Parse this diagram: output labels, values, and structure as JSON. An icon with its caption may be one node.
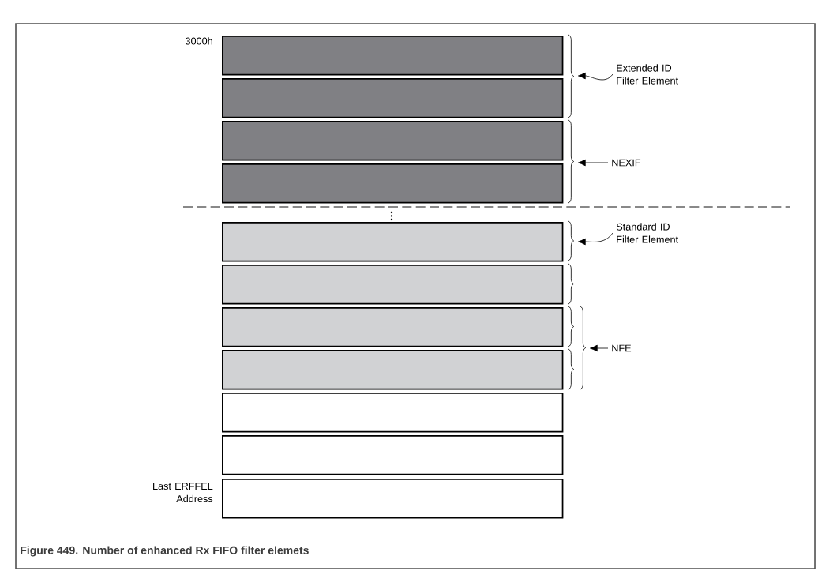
{
  "diagram": {
    "caption": "Figure 449.  Number of enhanced Rx FIFO filter elemets",
    "nodes": [
      {
        "text": [],
        "shape": "box",
        "beside": [
          "3000h"
        ]
      },
      {
        "text": [],
        "shape": "box"
      },
      {
        "text": [],
        "shape": "box"
      },
      {
        "text": [],
        "shape": "box"
      },
      {
        "text": [],
        "shape": "box"
      },
      {
        "text": [],
        "shape": "box"
      },
      {
        "text": [],
        "shape": "box"
      },
      {
        "text": [],
        "shape": "box"
      },
      {
        "text": [],
        "shape": "box"
      },
      {
        "text": [],
        "shape": "box"
      },
      {
        "text": [],
        "shape": "box",
        "beside": [
          "Last ERFFEL Address"
        ]
      },
      {
        "text": [
          "Extended ID Filter Element"
        ]
      },
      {
        "text": [
          "NEXIF"
        ]
      },
      {
        "text": [
          "Standard ID Filter Element"
        ]
      },
      {
        "text": [
          "NFE"
        ]
      }
    ],
    "edges": [
      {
        "from": 11,
        "to": null,
        "arrow": "to"
      },
      {
        "from": 12,
        "to": null,
        "arrow": "to"
      },
      {
        "from": 13,
        "to": null,
        "arrow": "to"
      },
      {
        "from": 14,
        "to": null,
        "arrow": "to"
      }
    ]
  }
}
